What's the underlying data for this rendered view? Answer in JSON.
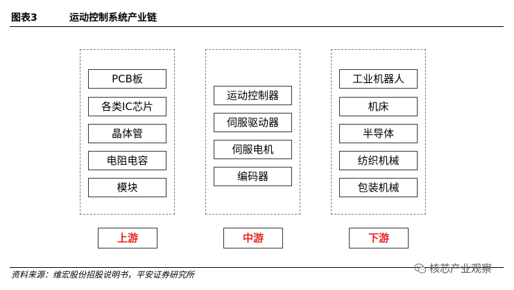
{
  "header": {
    "figure_number": "图表3",
    "title": "运动控制系统产业链"
  },
  "groups": [
    {
      "items": [
        "PCB板",
        "各类IC芯片",
        "晶体管",
        "电阻电容",
        "模块"
      ],
      "tier": "上游"
    },
    {
      "items": [
        "运动控制器",
        "伺服驱动器",
        "伺服电机",
        "编码器"
      ],
      "tier": "中游"
    },
    {
      "items": [
        "工业机器人",
        "机床",
        "半导体",
        "纺织机械",
        "包装机械"
      ],
      "tier": "下游"
    }
  ],
  "footer": {
    "source": "资料来源：维宏股份招股说明书，平安证券研究所"
  },
  "watermark": {
    "text": "核芯产业观察",
    "icon": "wechat-icon"
  },
  "colors": {
    "tier_text": "#e8231f",
    "dashed_border": "#777777"
  }
}
